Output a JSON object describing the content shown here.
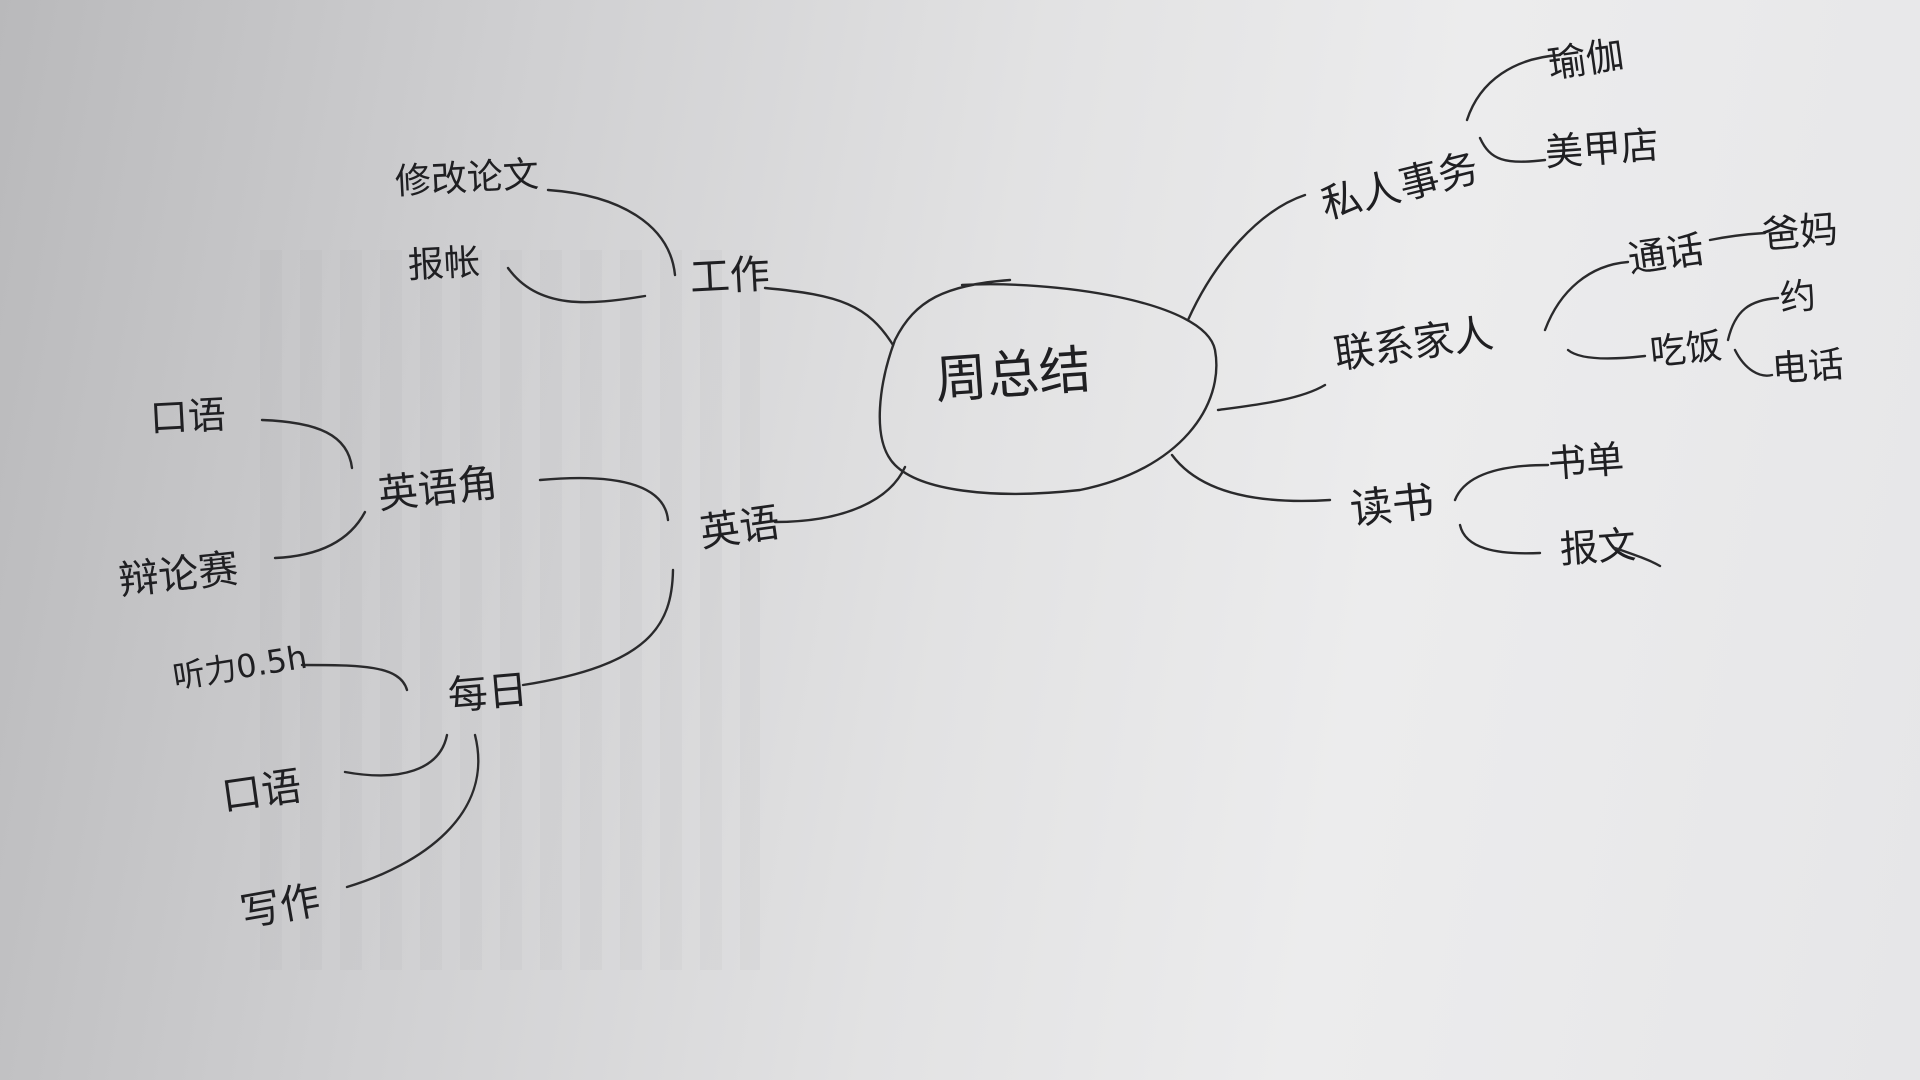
{
  "center": {
    "label": "周总结"
  },
  "branches": {
    "work": {
      "label": "工作",
      "children": [
        "修改论文",
        "报帐"
      ]
    },
    "english": {
      "label": "英语",
      "corner": {
        "label": "英语角",
        "children": [
          "口语",
          "辩论赛"
        ]
      },
      "daily": {
        "label": "每日",
        "children": [
          "听力0.5h",
          "口语",
          "写作"
        ]
      }
    },
    "personal": {
      "label": "私人事务",
      "children": [
        "瑜伽",
        "美甲店"
      ]
    },
    "contact": {
      "label": "联系家人",
      "call": {
        "label": "通话",
        "child": "爸妈"
      },
      "meal": {
        "label": "吃饭",
        "children": [
          "约",
          "电话"
        ]
      }
    },
    "reading": {
      "label": "读书",
      "children": [
        "书单",
        "报文"
      ]
    }
  }
}
